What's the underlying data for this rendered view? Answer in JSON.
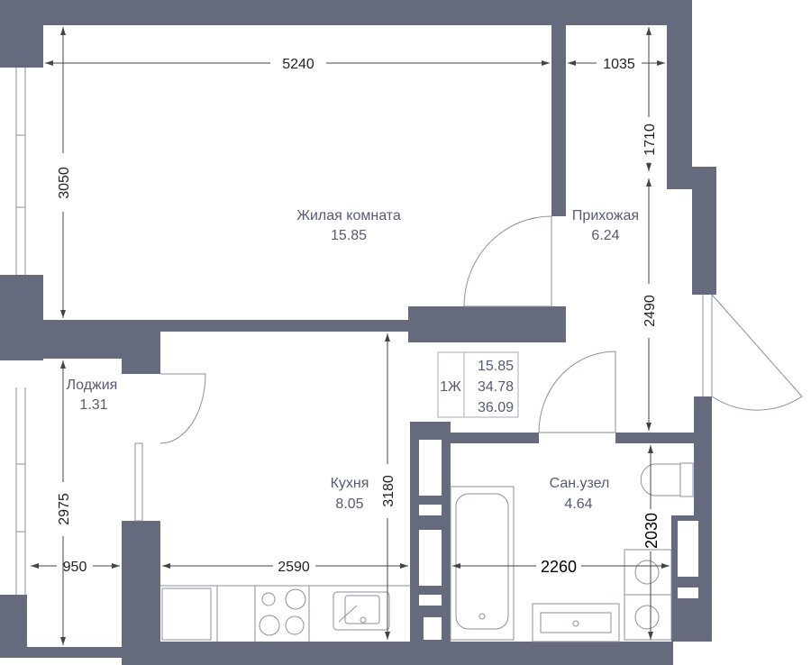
{
  "rooms": {
    "living": {
      "name": "Жилая комната",
      "area": "15.85"
    },
    "hallway": {
      "name": "Прихожая",
      "area": "6.24"
    },
    "loggia": {
      "name": "Лоджия",
      "area": "1.31"
    },
    "kitchen": {
      "name": "Кухня",
      "area": "8.05"
    },
    "bathroom": {
      "name": "Сан.узел",
      "area": "4.64"
    }
  },
  "summary": {
    "type": "1Ж",
    "living_area": "15.85",
    "total_area": "34.78",
    "total_with_loggia": "36.09"
  },
  "dimensions": {
    "living_width": "5240",
    "hall_width": "1035",
    "living_depth": "3050",
    "hall_upper": "1710",
    "hall_lower": "2490",
    "kitchen_depth": "3180",
    "loggia_depth": "2975",
    "loggia_width": "950",
    "kitchen_width": "2590",
    "bath_width": "2260",
    "bath_depth": "2030"
  },
  "colors": {
    "wall": "#656a7d",
    "text": "#555b75"
  }
}
